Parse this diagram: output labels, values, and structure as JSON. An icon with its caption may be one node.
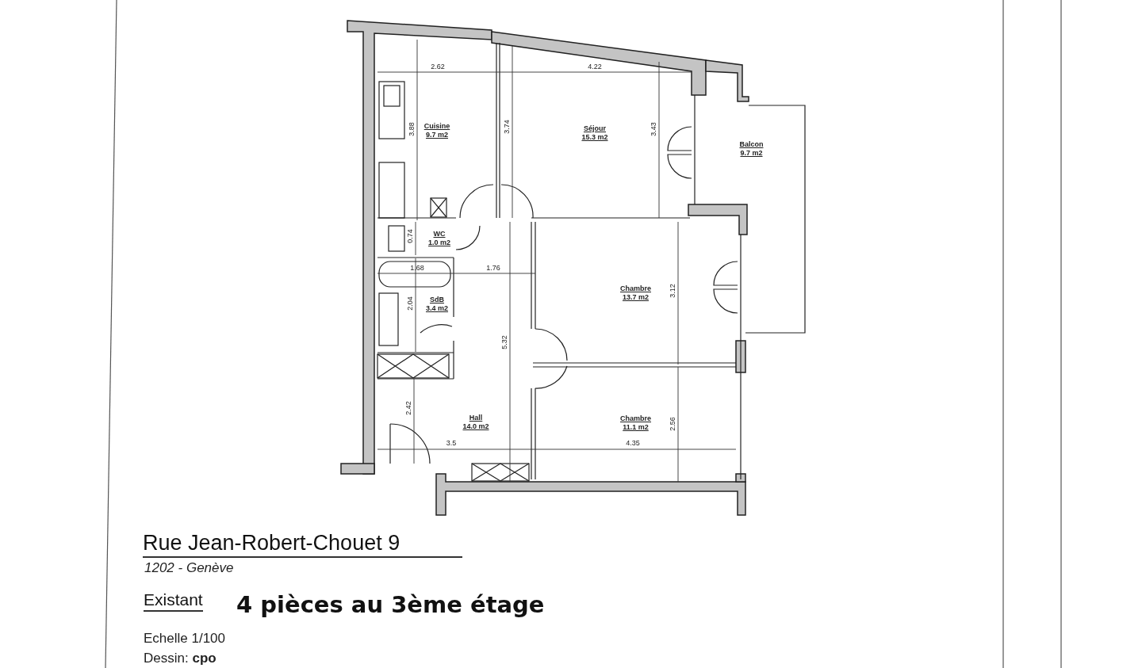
{
  "diagram": {
    "title": "Rue Jean-Robert-Chouet 9",
    "nodes": [
      {
        "text": [
          "Cuisine",
          "9.7 m2"
        ]
      },
      {
        "text": [
          "Séjour",
          "15.3 m2"
        ]
      },
      {
        "text": [
          "Balcon",
          "9.7 m2"
        ]
      },
      {
        "text": [
          "WC",
          "1.0 m2"
        ]
      },
      {
        "text": [
          "Chambre",
          "13.7 m2"
        ]
      },
      {
        "text": [
          "SdB",
          "3.4 m2"
        ]
      },
      {
        "text": [
          "Hall",
          "14.0 m2"
        ]
      },
      {
        "text": [
          "Chambre",
          "11.1 m2"
        ]
      }
    ],
    "labels": [
      "2.62",
      "4.22",
      "3.88",
      "3.74",
      "3.43",
      "0.74",
      "1.68",
      "1.76",
      "2.04",
      "5.32",
      "3.12",
      "2.42",
      "2.56",
      "3.5",
      "4.35",
      "1202 - Genève",
      "Existant",
      "4 pièces au 3ème étage",
      "Echelle 1/100",
      "Dessin: **cpo**"
    ]
  }
}
